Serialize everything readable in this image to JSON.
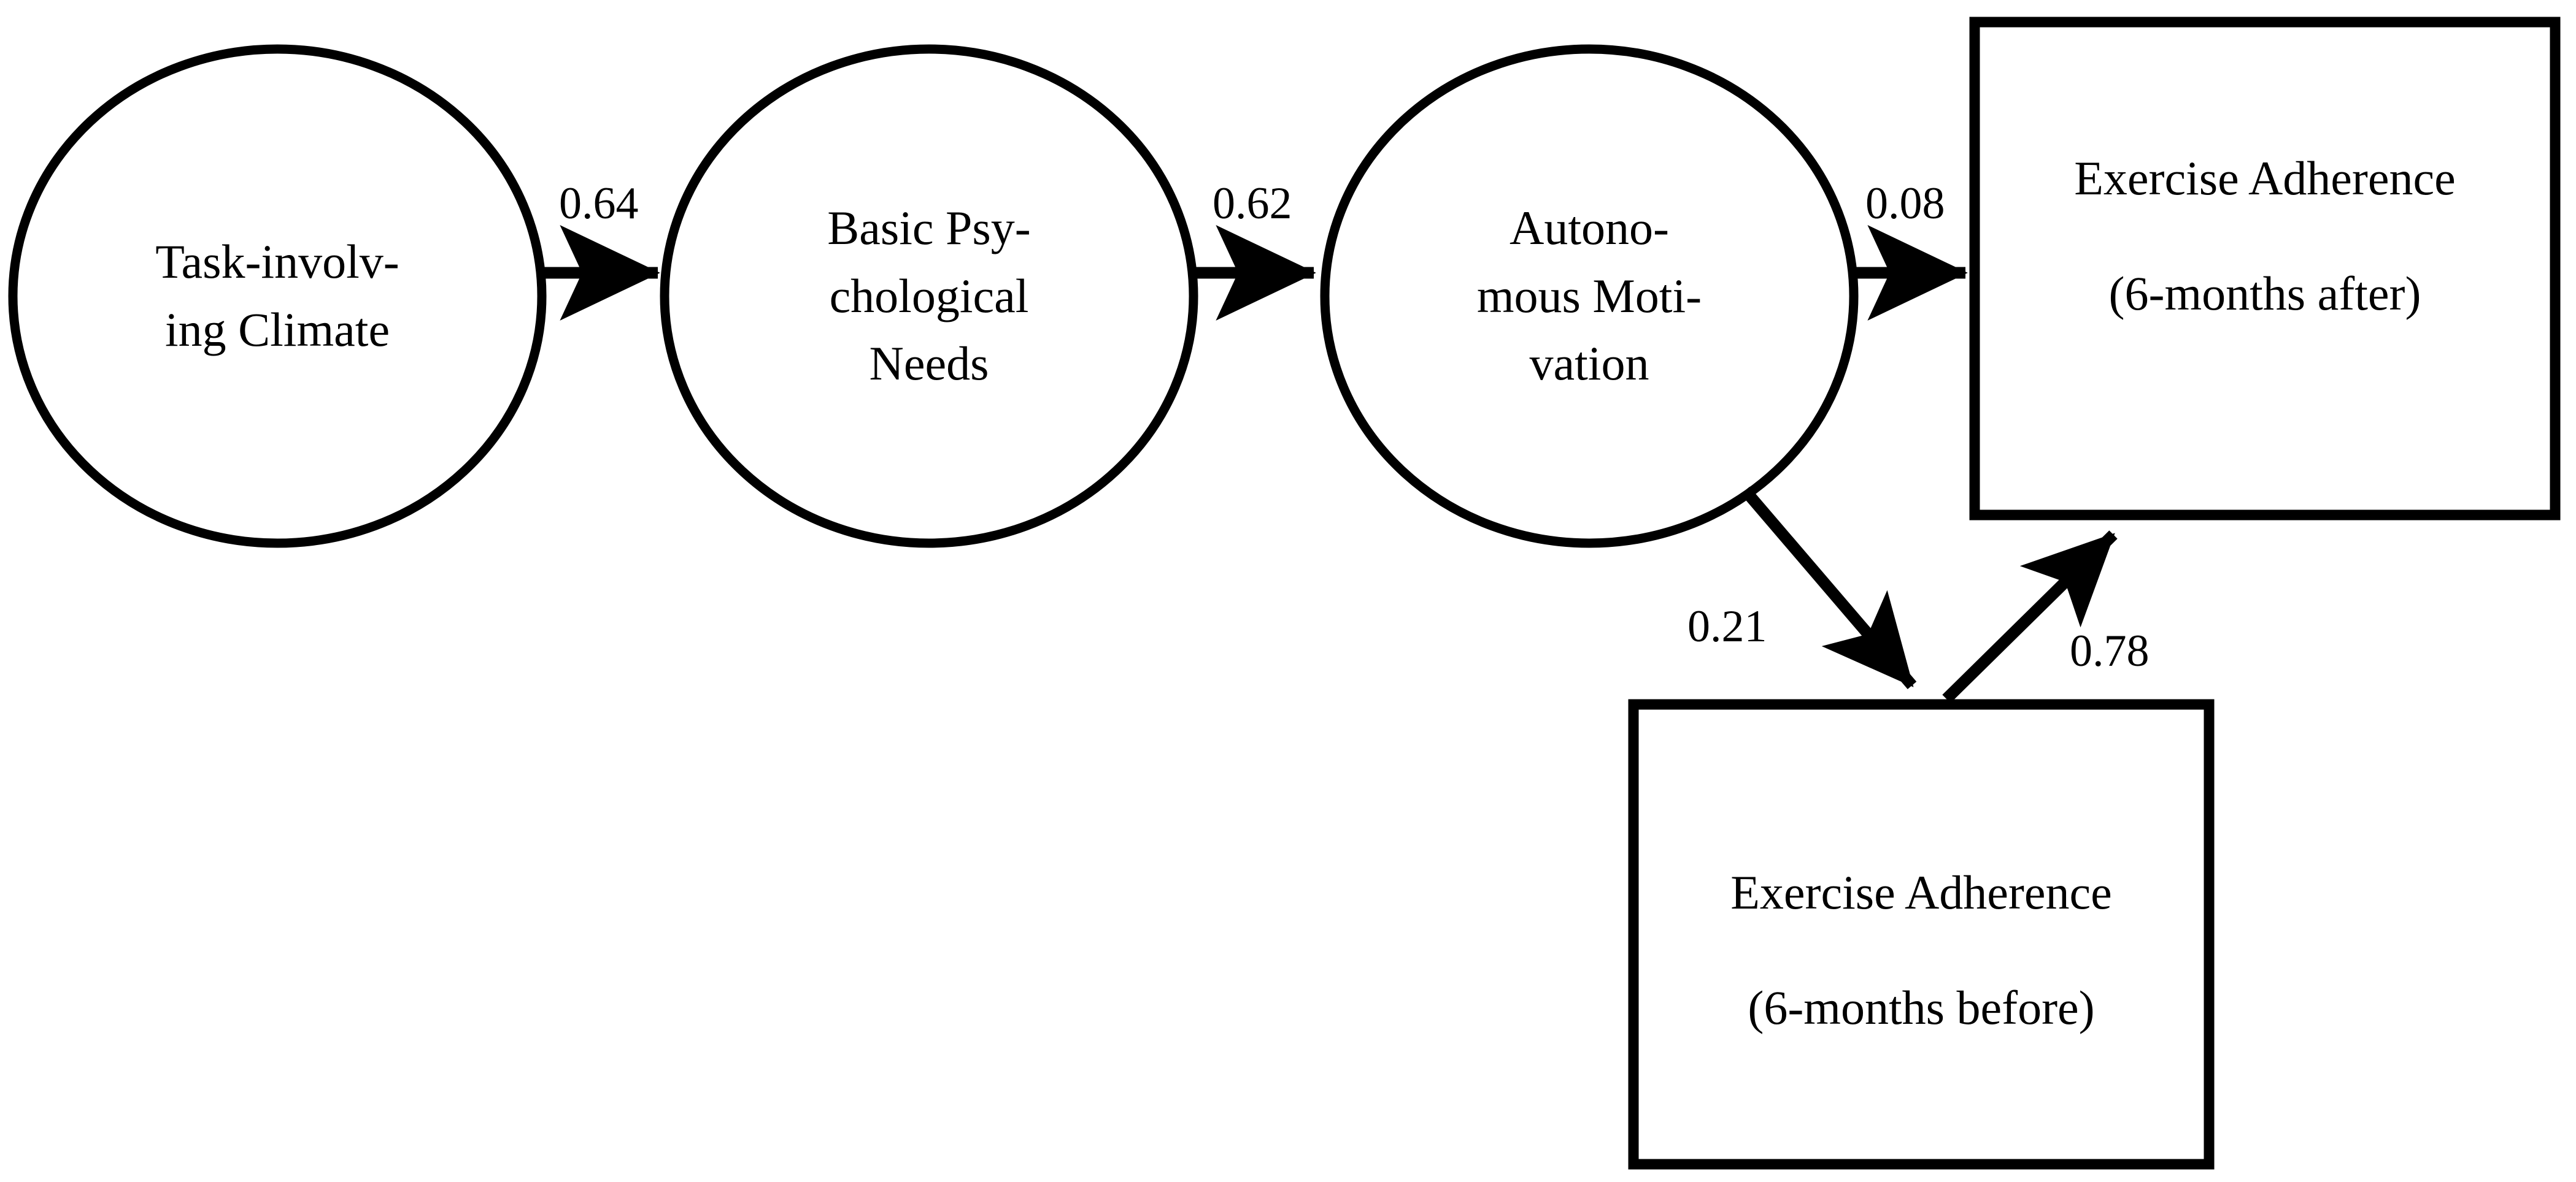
{
  "diagram": {
    "type": "path-model",
    "title": "Structural equation path model of exercise adherence",
    "background_color": "#ffffff",
    "stroke_color": "#000000",
    "text_color": "#000000",
    "nodes": [
      {
        "id": "task-involving-climate",
        "shape": "ellipse",
        "lines": [
          "Task-involv-",
          "ing Climate"
        ]
      },
      {
        "id": "basic-psychological-needs",
        "shape": "ellipse",
        "lines": [
          "Basic Psy-",
          "chological",
          "Needs"
        ]
      },
      {
        "id": "autonomous-motivation",
        "shape": "ellipse",
        "lines": [
          "Autono-",
          "mous Moti-",
          "vation"
        ]
      },
      {
        "id": "exercise-adherence-after",
        "shape": "rectangle",
        "lines": [
          "Exercise Adherence",
          "(6-months after)"
        ]
      },
      {
        "id": "exercise-adherence-before",
        "shape": "rectangle",
        "lines": [
          "Exercise Adherence",
          "(6-months before)"
        ]
      }
    ],
    "edges": [
      {
        "id": "climate-to-needs",
        "from": "task-involving-climate",
        "to": "basic-psychological-needs",
        "coefficient": "0.64",
        "direction": "horizontal-right"
      },
      {
        "id": "needs-to-motivation",
        "from": "basic-psychological-needs",
        "to": "autonomous-motivation",
        "coefficient": "0.62",
        "direction": "horizontal-right"
      },
      {
        "id": "motivation-to-adherence-after",
        "from": "autonomous-motivation",
        "to": "exercise-adherence-after",
        "coefficient": "0.08",
        "direction": "horizontal-right"
      },
      {
        "id": "motivation-to-adherence-before",
        "from": "autonomous-motivation",
        "to": "exercise-adherence-before",
        "coefficient": "0.21",
        "direction": "diagonal-down-right"
      },
      {
        "id": "adherence-before-to-after",
        "from": "exercise-adherence-before",
        "to": "exercise-adherence-after",
        "coefficient": "0.78",
        "direction": "diagonal-up-right"
      }
    ]
  },
  "chart_data": {
    "type": "diagram",
    "title": "Path model: Task-involving Climate to Exercise Adherence",
    "nodes": [
      "Task-involving Climate",
      "Basic Psychological Needs",
      "Autonomous Motivation",
      "Exercise Adherence (6-months after)",
      "Exercise Adherence (6-months before)"
    ],
    "paths": [
      {
        "from": "Task-involving Climate",
        "to": "Basic Psychological Needs",
        "value": 0.64
      },
      {
        "from": "Basic Psychological Needs",
        "to": "Autonomous Motivation",
        "value": 0.62
      },
      {
        "from": "Autonomous Motivation",
        "to": "Exercise Adherence (6-months after)",
        "value": 0.08
      },
      {
        "from": "Autonomous Motivation",
        "to": "Exercise Adherence (6-months before)",
        "value": 0.21
      },
      {
        "from": "Exercise Adherence (6-months before)",
        "to": "Exercise Adherence (6-months after)",
        "value": 0.78
      }
    ]
  }
}
